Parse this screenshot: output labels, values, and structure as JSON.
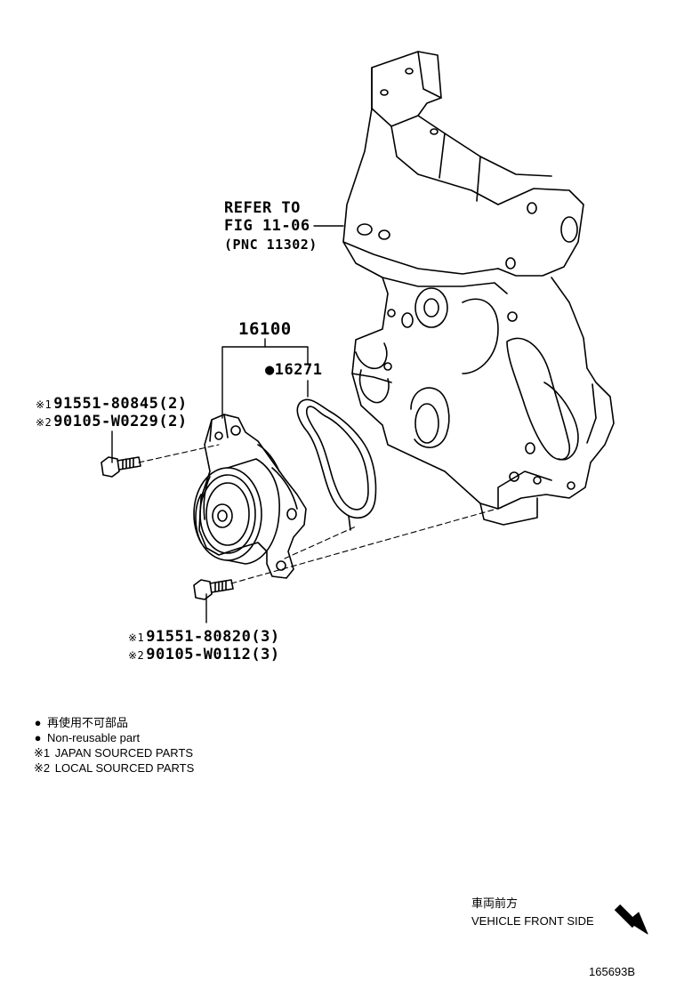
{
  "refer": {
    "line1": "REFER TO",
    "line2": "FIG 11-06",
    "line3": "(PNC 11302)"
  },
  "parts": {
    "assembly": "16100",
    "gasket_mark": "●",
    "gasket": "16271",
    "upper_bolt": [
      {
        "mark": "※1",
        "number": "91551-80845(2)"
      },
      {
        "mark": "※2",
        "number": "90105-W0229(2)"
      }
    ],
    "lower_bolt": [
      {
        "mark": "※1",
        "number": "91551-80820(3)"
      },
      {
        "mark": "※2",
        "number": "90105-W0112(3)"
      }
    ]
  },
  "legend": [
    {
      "mark": "●",
      "text": "再使用不可部品"
    },
    {
      "mark": "●",
      "text": "Non-reusable part"
    },
    {
      "mark": "※1",
      "text": "JAPAN SOURCED PARTS"
    },
    {
      "mark": "※2",
      "text": "LOCAL SOURCED PARTS"
    }
  ],
  "direction": {
    "jp": "車両前方",
    "en": "VEHICLE FRONT SIDE",
    "icon": "arrow-down-right-icon"
  },
  "diagram_id": "165693B",
  "colors": {
    "ink": "#000000",
    "background": "#ffffff"
  }
}
